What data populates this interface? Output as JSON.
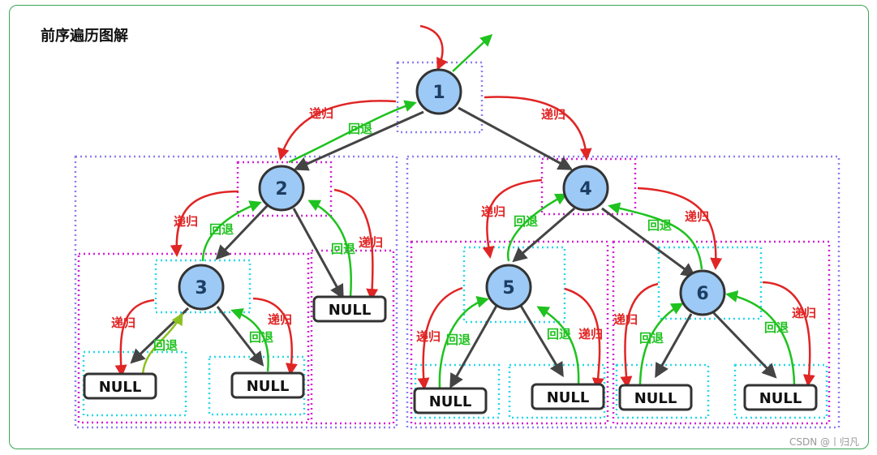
{
  "title": "前序遍历图解",
  "watermark": "CSDN @丨归凡",
  "labels": {
    "recurse": "递归",
    "backtrack": "回退",
    "null": "NULL"
  },
  "nodes": [
    {
      "id": "n1",
      "label": "1"
    },
    {
      "id": "n2",
      "label": "2"
    },
    {
      "id": "n3",
      "label": "3"
    },
    {
      "id": "n4",
      "label": "4"
    },
    {
      "id": "n5",
      "label": "5"
    },
    {
      "id": "n6",
      "label": "6"
    }
  ],
  "colors": {
    "node_fill": "#9cc9f5",
    "recurse": "#e02525",
    "backtrack": "#1fc21f",
    "subtree_left": "#8a7ff0",
    "subtree_inner": "#d420d4",
    "leaf_box": "#28d8e8"
  }
}
